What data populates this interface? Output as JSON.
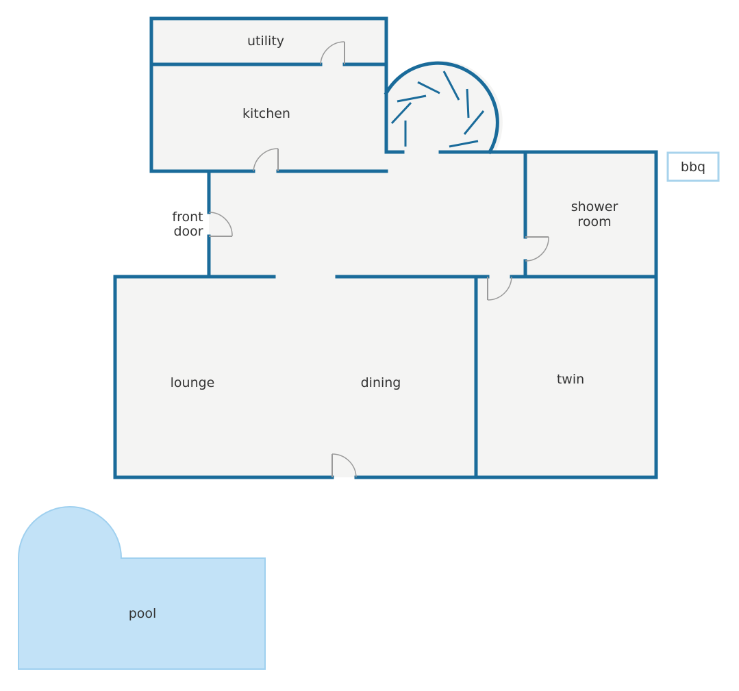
{
  "colors": {
    "wall": "#1a6b9a",
    "floor": "#f4f4f3",
    "pool_fill": "#c2e2f7",
    "pool_border": "#9fd0ef",
    "door": "#9a9a9a"
  },
  "rooms": {
    "utility": "utility",
    "kitchen": "kitchen",
    "front_door_line1": "front",
    "front_door_line2": "door",
    "shower_line1": "shower",
    "shower_line2": "room",
    "lounge": "lounge",
    "dining": "dining",
    "twin": "twin",
    "bbq": "bbq",
    "pool": "pool"
  }
}
